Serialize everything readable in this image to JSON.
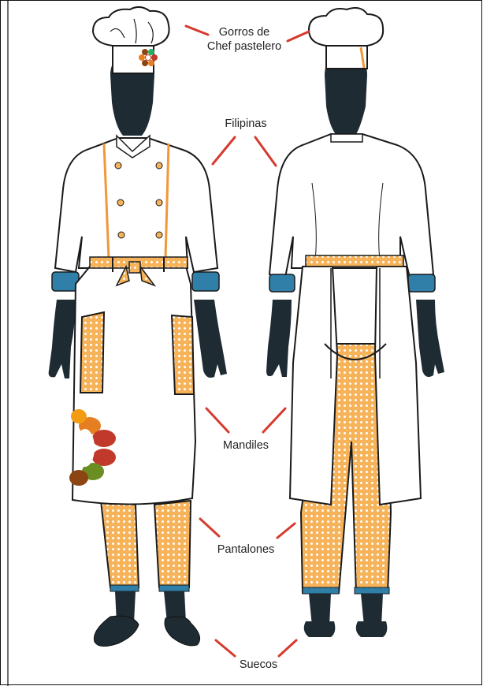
{
  "labels": {
    "hat_line1": "Gorros de",
    "hat_line2": "Chef pastelero",
    "jacket": "Filipinas",
    "apron": "Mandiles",
    "pants": "Pantalones",
    "shoes": "Suecos"
  },
  "colors": {
    "leader": "#d63a2e",
    "silhouette": "#1e2b33",
    "outline": "#1a1a1a",
    "fabric": "#f6b35a",
    "trim": "#f0983a",
    "cuff": "#2f7fa8"
  }
}
